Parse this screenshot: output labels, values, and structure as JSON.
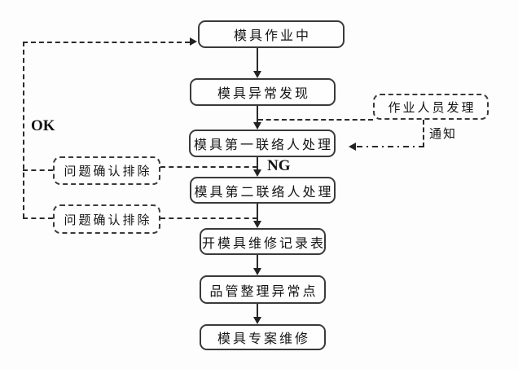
{
  "flowchart": {
    "type": "flowchart",
    "background": "#fdfdfd",
    "colors": {
      "line": "#2b2b2b",
      "box_border": "#3a3a3a",
      "box_fill": "#fefefe",
      "text": "#141414"
    },
    "nodes": {
      "working": {
        "label": "模具作业中",
        "style": "solid"
      },
      "abnormal": {
        "label": "模具异常发现",
        "style": "solid"
      },
      "contact1": {
        "label": "模具第一联络人处理",
        "style": "solid"
      },
      "contact2": {
        "label": "模具第二联络人处理",
        "style": "solid"
      },
      "record": {
        "label": "开模具维修记录表",
        "style": "solid"
      },
      "qc": {
        "label": "品管整理异常点",
        "style": "solid"
      },
      "repair": {
        "label": "模具专案维修",
        "style": "solid"
      },
      "confirm1": {
        "label": "问题确认排除",
        "style": "dashed"
      },
      "confirm2": {
        "label": "问题确认排除",
        "style": "dashed"
      },
      "operator": {
        "label": "作业人员发理",
        "style": "dashed"
      }
    },
    "edge_labels": {
      "ok": "OK",
      "ng": "NG",
      "notify": "通知"
    },
    "edges": [
      "working -> abnormal (solid arrow)",
      "abnormal -> contact1 (solid arrow)",
      "contact1 -> contact2 (solid arrow, label NG)",
      "contact2 -> record (solid arrow)",
      "record -> qc (solid arrow)",
      "qc -> repair (solid arrow)",
      "abnormal/contact1 branch -> operator (dashed)",
      "operator -> contact1 (dash-dot arrow, label 通知)",
      "confirm1 -> NG arrow (dashed)",
      "confirm2 -> contact2/record arrow (dashed)",
      "confirm1+confirm2 -> working via OK loop (dashed arrow, label OK)"
    ]
  }
}
